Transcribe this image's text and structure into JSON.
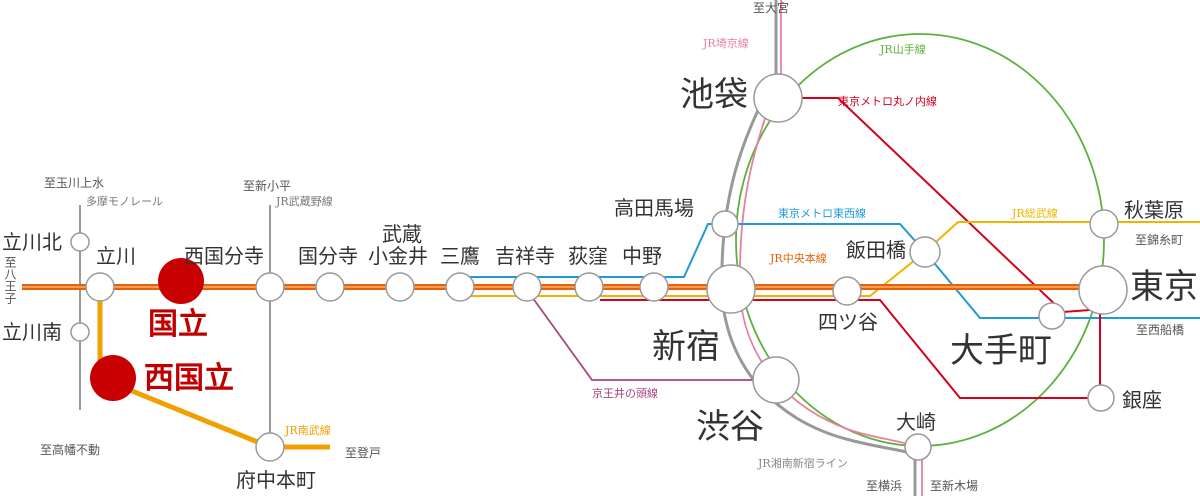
{
  "stations": {
    "tachikawa_kita": "立川北",
    "tachikawa_minami": "立川南",
    "tachikawa": "立川",
    "kunitachi": "国立",
    "nishikunitachi": "西国立",
    "nishikokubunji": "西国分寺",
    "fuchuhonmachi": "府中本町",
    "kokubunji": "国分寺",
    "musashi1": "武蔵",
    "musashi2": "小金井",
    "mitaka": "三鷹",
    "kichijoji": "吉祥寺",
    "ogikubo": "荻窪",
    "nakano": "中野",
    "takadanobaba": "高田馬場",
    "shinjuku": "新宿",
    "yotsuya": "四ツ谷",
    "iidabashi": "飯田橋",
    "ikebukuro": "池袋",
    "shibuya": "渋谷",
    "osaki": "大崎",
    "akihabara": "秋葉原",
    "tokyo": "東京",
    "otemachi": "大手町",
    "ginza": "銀座"
  },
  "lines": {
    "tama_monorail": "多摩モノレール",
    "musashino": "JR武蔵野線",
    "nambu": "JR南武線",
    "saikyo": "JR埼京線",
    "yamanote": "JR山手線",
    "marunouchi": "東京メトロ丸ノ内線",
    "tozai": "東京メトロ東西線",
    "sobu": "JR総武線",
    "chuo": "JR中央本線",
    "inokashira": "京王井の頭線",
    "shonan": "JR湘南新宿ライン"
  },
  "destinations": {
    "tamagawajosui": "至玉川上水",
    "hachioji": "至八王子",
    "takahatafudo": "至高幡不動",
    "shinkodaira": "至新小平",
    "noborito": "至登戸",
    "omiya": "至大宮",
    "kinshicho": "至錦糸町",
    "nishifunabashi": "至西船橋",
    "yokohama": "至横浜",
    "shinkiba": "至新木場"
  },
  "colors": {
    "chuo": "#e8600a",
    "sobu": "#f0b400",
    "nambu": "#f0a000",
    "tozai": "#1e9ad6",
    "marunouchi": "#d4001e",
    "yamanote": "#5bb13c",
    "saikyo": "#e87fa0",
    "shonan": "#999999",
    "inokashira": "#a8457f",
    "highlight": "#c80000"
  }
}
